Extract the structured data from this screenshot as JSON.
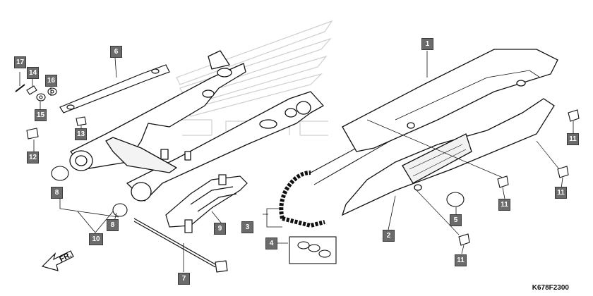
{
  "diagram": {
    "reference_code": "K678F2300",
    "direction_label": "FR.",
    "callouts": {
      "c1": "1",
      "c2": "2",
      "c3": "3",
      "c4": "4",
      "c5": "5",
      "c6": "6",
      "c7": "7",
      "c8a": "8",
      "c8b": "8",
      "c9": "9",
      "c10": "10",
      "c11a": "11",
      "c11b": "11",
      "c11c": "11",
      "c11d": "11",
      "c12": "12",
      "c13": "13",
      "c14": "14",
      "c15": "15",
      "c16": "16",
      "c17": "17"
    }
  }
}
